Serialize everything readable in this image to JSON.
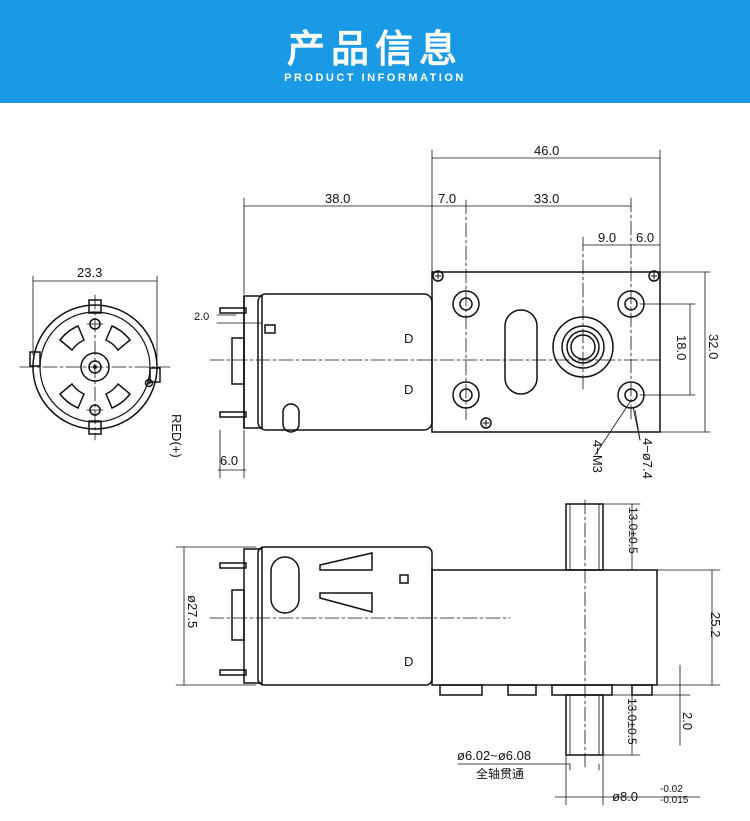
{
  "header": {
    "title": "产品信息",
    "subtitle": "PRODUCT INFORMATION",
    "background_color": "#1a9ae5"
  },
  "dimensions": {
    "motor_diameter_top": "23.3",
    "motor_length": "38.0",
    "total_gearbox_length": "46.0",
    "gearbox_left_offset": "7.0",
    "hole_spacing": "33.0",
    "shaft_to_hole": "9.0",
    "hole_to_edge": "6.0",
    "terminal_offset": "2.0",
    "terminal_width": "6.0",
    "hole_vertical_spacing": "18.0",
    "gearbox_height": "32.0",
    "mount_screw": "4−M3",
    "mount_hole": "4−ø7.4",
    "motor_diameter": "ø27.5",
    "shaft_top_length": "13.0±0.5",
    "gearbox_depth": "25.2",
    "standoff": "2.0",
    "shaft_bottom_length": "13.0±0.5",
    "bore_diameter": "ø6.02~ø6.08",
    "shaft_diameter": "ø8.0",
    "shaft_tol_upper": "-0.02",
    "shaft_tol_lower": "-0.015"
  },
  "labels": {
    "red_terminal": "RED(+)",
    "through_shaft": "全轴贯通",
    "terminal_mark": "D"
  }
}
